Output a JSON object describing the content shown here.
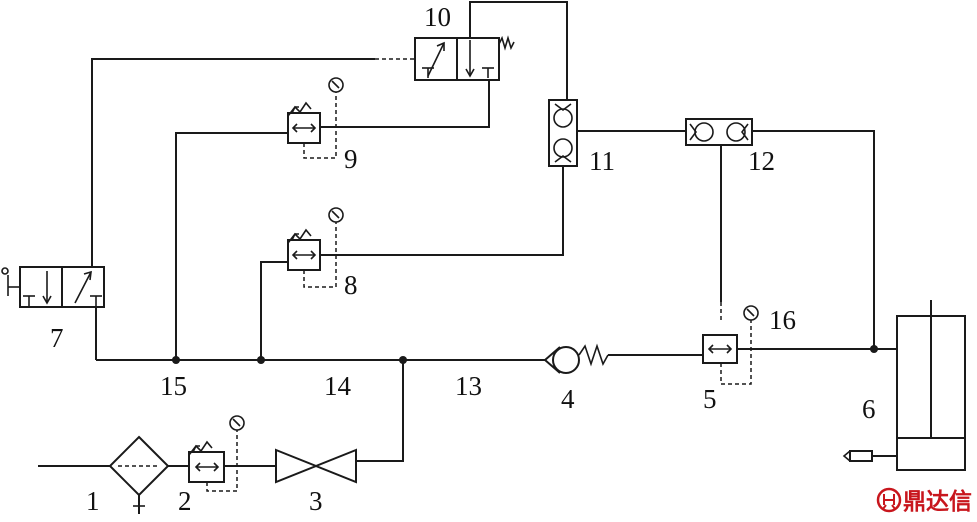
{
  "labels": {
    "l1": "1",
    "l2": "2",
    "l3": "3",
    "l4": "4",
    "l5": "5",
    "l6": "6",
    "l7": "7",
    "l8": "8",
    "l9": "9",
    "l10": "10",
    "l11": "11",
    "l12": "12",
    "l13": "13",
    "l14": "14",
    "l15": "15",
    "l16": "16"
  },
  "watermark": {
    "text": "鼎达信",
    "color": "#c8161d"
  },
  "colors": {
    "line": "#1a1a1a",
    "background": "#ffffff"
  }
}
